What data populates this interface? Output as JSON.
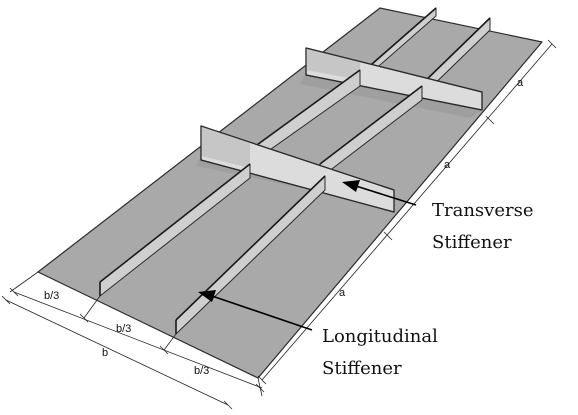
{
  "labels": {
    "transverse_line1": "Transverse",
    "transverse_line2": "Stiffener",
    "longitudinal_line1": "Longitudinal",
    "longitudinal_line2": "Stiffener"
  },
  "dimensions": {
    "bay_length_1": "a",
    "bay_length_2": "a",
    "bay_length_3": "a",
    "sub_width_1": "b/3",
    "sub_width_2": "b/3",
    "sub_width_3": "b/3",
    "total_width": "b"
  },
  "colors": {
    "plate": "#a9a9a9",
    "transverse_stiffener": "#dcdcdc",
    "longitudinal_stiffener": "#cfcfcf"
  }
}
